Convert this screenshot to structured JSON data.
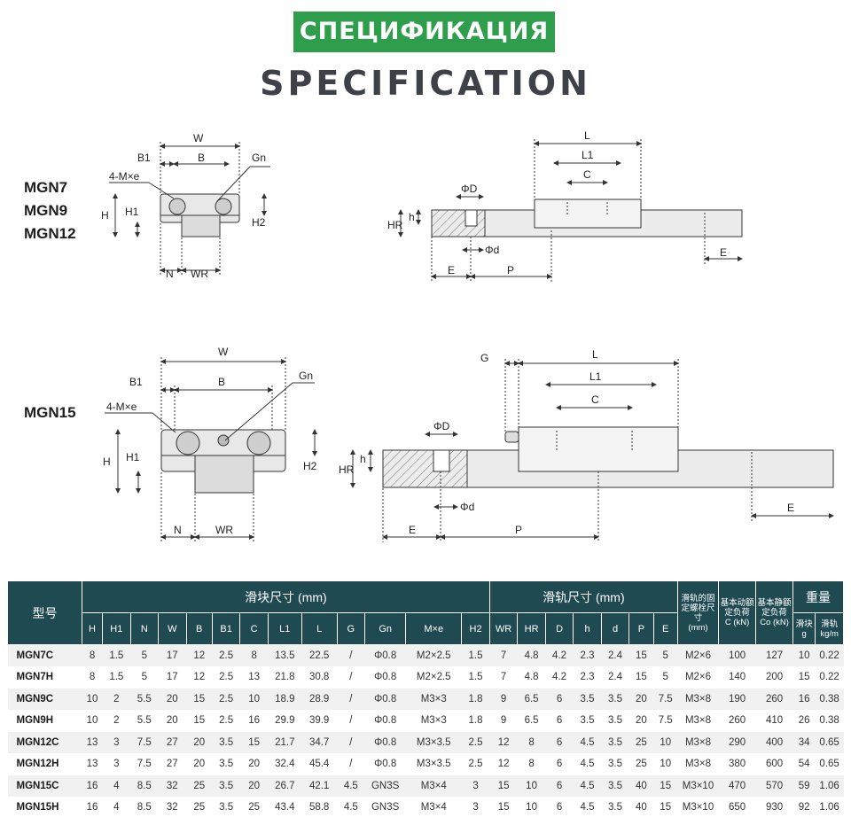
{
  "badge": "СПЕЦИФИКАЦИЯ",
  "title": "SPECIFICATION",
  "diagram1": {
    "models": [
      "MGN7",
      "MGN9",
      "MGN12"
    ],
    "labels": {
      "W": "W",
      "B1": "B1",
      "B": "B",
      "Gn": "Gn",
      "MxE": "4-M×e",
      "H": "H",
      "H1": "H1",
      "H2": "H2",
      "N": "N",
      "WR": "WR",
      "L": "L",
      "L1": "L1",
      "C": "C",
      "PhiD": "ΦD",
      "Phid": "Φd",
      "HR": "HR",
      "h": "h",
      "E": "E",
      "P": "P"
    }
  },
  "diagram2": {
    "models": [
      "MGN15"
    ],
    "labels": {
      "W": "W",
      "B1": "B1",
      "B": "B",
      "Gn": "Gn",
      "MxE": "4-M×e",
      "H": "H",
      "H1": "H1",
      "H2": "H2",
      "N": "N",
      "WR": "WR",
      "G": "G",
      "L": "L",
      "L1": "L1",
      "C": "C",
      "PhiD": "ΦD",
      "Phid": "Φd",
      "HR": "HR",
      "h": "h",
      "E": "E",
      "P": "P"
    }
  },
  "table": {
    "model_header": "型号",
    "block_header": "滑块尺寸 (mm)",
    "rail_header": "滑轨尺寸 (mm)",
    "bolt_header": "滑轨的固定螺栓尺寸",
    "bolt_unit": "(mm)",
    "dyn_header": "基本动额定负荷",
    "dyn_unit": "C (kN)",
    "static_header": "基本静额定负荷",
    "static_unit": "Co (kN)",
    "weight_header": "重量",
    "weight_block": "滑块",
    "weight_block_unit": "g",
    "weight_rail": "滑轨",
    "weight_rail_unit": "kg/m",
    "block_cols": [
      "H",
      "H1",
      "N",
      "W",
      "B",
      "B1",
      "C",
      "L1",
      "L",
      "G",
      "Gn",
      "M×e",
      "H2"
    ],
    "rail_cols": [
      "WR",
      "HR",
      "D",
      "h",
      "d",
      "P",
      "E"
    ],
    "rows": [
      [
        "MGN7C",
        "8",
        "1.5",
        "5",
        "17",
        "12",
        "2.5",
        "8",
        "13.5",
        "22.5",
        "/",
        "Φ0.8",
        "M2×2.5",
        "1.5",
        "7",
        "4.8",
        "4.2",
        "2.3",
        "2.4",
        "15",
        "5",
        "M2×6",
        "100",
        "127",
        "10",
        "0.22"
      ],
      [
        "MGN7H",
        "8",
        "1.5",
        "5",
        "17",
        "12",
        "2.5",
        "13",
        "21.8",
        "30.8",
        "/",
        "Φ0.8",
        "M2×2.5",
        "1.5",
        "7",
        "4.8",
        "4.2",
        "2.3",
        "2.4",
        "15",
        "5",
        "M2×6",
        "140",
        "200",
        "15",
        "0.22"
      ],
      [
        "MGN9C",
        "10",
        "2",
        "5.5",
        "20",
        "15",
        "2.5",
        "10",
        "18.9",
        "28.9",
        "/",
        "Φ0.8",
        "M3×3",
        "1.8",
        "9",
        "6.5",
        "6",
        "3.5",
        "3.5",
        "20",
        "7.5",
        "M3×8",
        "190",
        "260",
        "16",
        "0.38"
      ],
      [
        "MGN9H",
        "10",
        "2",
        "5.5",
        "20",
        "15",
        "2.5",
        "16",
        "29.9",
        "39.9",
        "/",
        "Φ0.8",
        "M3×3",
        "1.8",
        "9",
        "6.5",
        "6",
        "3.5",
        "3.5",
        "20",
        "7.5",
        "M3×8",
        "260",
        "410",
        "26",
        "0.38"
      ],
      [
        "MGN12C",
        "13",
        "3",
        "7.5",
        "27",
        "20",
        "3.5",
        "15",
        "21.7",
        "34.7",
        "/",
        "Φ0.8",
        "M3×3.5",
        "2.5",
        "12",
        "8",
        "6",
        "4.5",
        "3.5",
        "25",
        "10",
        "M3×8",
        "290",
        "400",
        "34",
        "0.65"
      ],
      [
        "MGN12H",
        "13",
        "3",
        "7.5",
        "27",
        "20",
        "3.5",
        "20",
        "32.4",
        "45.4",
        "/",
        "Φ0.8",
        "M3×3.5",
        "2.5",
        "12",
        "8",
        "6",
        "4.5",
        "3.5",
        "25",
        "10",
        "M3×8",
        "380",
        "600",
        "54",
        "0.65"
      ],
      [
        "MGN15C",
        "16",
        "4",
        "8.5",
        "32",
        "25",
        "3.5",
        "20",
        "26.7",
        "42.1",
        "4.5",
        "GN3S",
        "M3×4",
        "3",
        "15",
        "10",
        "6",
        "4.5",
        "3.5",
        "40",
        "15",
        "M3×10",
        "470",
        "570",
        "59",
        "1.06"
      ],
      [
        "MGN15H",
        "16",
        "4",
        "8.5",
        "32",
        "25",
        "3.5",
        "25",
        "43.4",
        "58.8",
        "4.5",
        "GN3S",
        "M3×4",
        "3",
        "15",
        "10",
        "6",
        "4.5",
        "3.5",
        "40",
        "15",
        "M3×10",
        "650",
        "930",
        "92",
        "1.06"
      ]
    ]
  }
}
